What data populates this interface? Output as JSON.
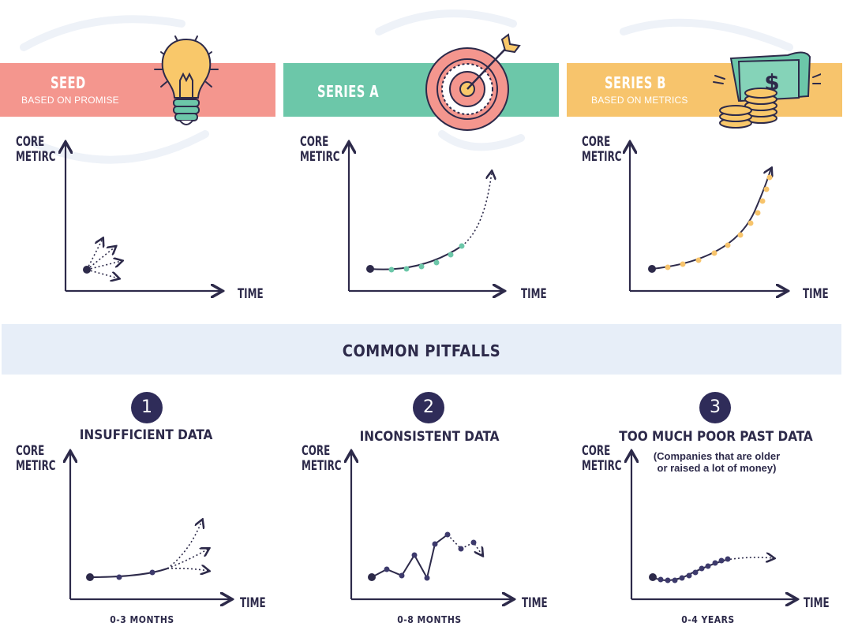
{
  "stages": [
    {
      "title": "SEED",
      "subtitle": "BASED ON PROMISE",
      "color": "#f4968e",
      "icon": "light-bulb-icon"
    },
    {
      "title": "SERIES A",
      "subtitle": "",
      "color": "#6cc7a9",
      "icon": "target-icon"
    },
    {
      "title": "SERIES B",
      "subtitle": "BASED ON METRICS",
      "color": "#f7c46c",
      "icon": "money-icon"
    }
  ],
  "axis": {
    "y_label_line1": "CORE",
    "y_label_line2": "METIRC",
    "x_label": "TIME"
  },
  "pitfalls": {
    "heading": "COMMON PITFALLS",
    "items": [
      {
        "number": "1",
        "title": "INSUFFICIENT DATA",
        "note_line1": "",
        "note_line2": "",
        "range": "0-3 MONTHS"
      },
      {
        "number": "2",
        "title": "INCONSISTENT DATA",
        "note_line1": "",
        "note_line2": "",
        "range": "0-8 MONTHS"
      },
      {
        "number": "3",
        "title": "TOO MUCH POOR PAST DATA",
        "note_line1": "(Companies that are older",
        "note_line2": "or raised a lot of money)",
        "range": "0-4 YEARS"
      }
    ]
  },
  "colors": {
    "navy": "#2d2a4a",
    "seed": "#f4968e",
    "series_a": "#6cc7a9",
    "series_b": "#f7c46c",
    "pitfall_band": "#e7eef8"
  }
}
